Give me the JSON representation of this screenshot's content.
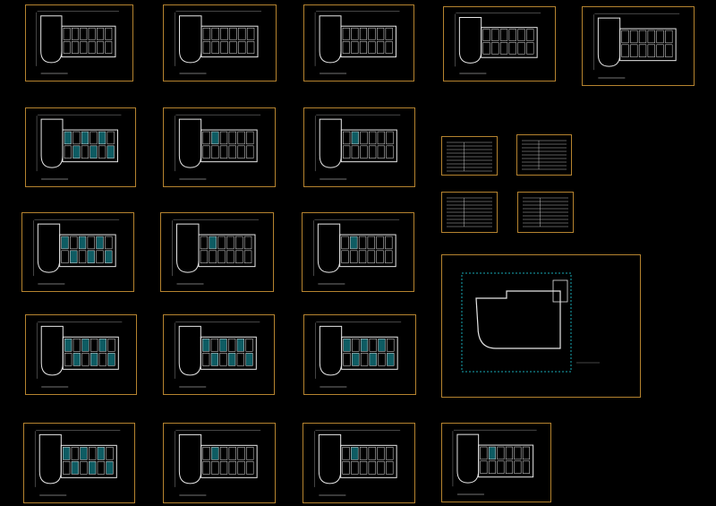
{
  "canvas": {
    "background": "#000000"
  },
  "colors": {
    "frame": "#b5832f",
    "wall": "#e6e6e6",
    "accent": "#19a7b5",
    "dim": "#8a8a8a"
  },
  "sheets": [
    {
      "id": "plan-r1-c1",
      "kind": "plan-left-curve",
      "fill": "light"
    },
    {
      "id": "plan-r1-c2",
      "kind": "plan-left-curve",
      "fill": "light"
    },
    {
      "id": "plan-r1-c3",
      "kind": "plan-left-curve",
      "fill": "light"
    },
    {
      "id": "plan-r1-c4",
      "kind": "plan-left-curve",
      "fill": "light"
    },
    {
      "id": "plan-r1-c5",
      "kind": "plan-left-curve",
      "fill": "light"
    },
    {
      "id": "plan-r2-c1",
      "kind": "plan-left-curve",
      "fill": "heavy"
    },
    {
      "id": "plan-r2-c2",
      "kind": "plan-left-curve",
      "fill": "medium"
    },
    {
      "id": "plan-r2-c3",
      "kind": "plan-left-curve",
      "fill": "medium"
    },
    {
      "id": "legend-1",
      "kind": "schedule"
    },
    {
      "id": "legend-2",
      "kind": "schedule"
    },
    {
      "id": "legend-3",
      "kind": "schedule"
    },
    {
      "id": "legend-4",
      "kind": "schedule"
    },
    {
      "id": "plan-r3-c1",
      "kind": "plan-left-curve",
      "fill": "heavy"
    },
    {
      "id": "plan-r3-c2",
      "kind": "plan-left-curve",
      "fill": "medium"
    },
    {
      "id": "plan-r3-c3",
      "kind": "plan-left-curve",
      "fill": "medium"
    },
    {
      "id": "site-plan",
      "kind": "site"
    },
    {
      "id": "plan-r4-c1",
      "kind": "plan-left-curve",
      "fill": "heavy"
    },
    {
      "id": "plan-r4-c2",
      "kind": "plan-left-curve",
      "fill": "heavy"
    },
    {
      "id": "plan-r4-c3",
      "kind": "plan-left-curve",
      "fill": "heavy"
    },
    {
      "id": "plan-r5-c1",
      "kind": "plan-left-curve",
      "fill": "heavy"
    },
    {
      "id": "plan-r5-c2",
      "kind": "plan-left-curve",
      "fill": "medium"
    },
    {
      "id": "plan-r5-c3",
      "kind": "plan-left-curve",
      "fill": "medium"
    },
    {
      "id": "plan-r5-c4",
      "kind": "plan-left-curve",
      "fill": "medium"
    }
  ]
}
